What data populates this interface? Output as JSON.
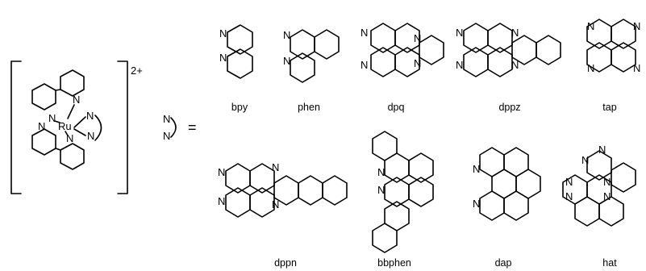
{
  "complex": {
    "charge": "2+",
    "metal": "Ru",
    "n_label": "N"
  },
  "legend": {
    "equals": "="
  },
  "ligands": [
    {
      "id": "bpy",
      "name": "bpy"
    },
    {
      "id": "phen",
      "name": "phen"
    },
    {
      "id": "dpq",
      "name": "dpq"
    },
    {
      "id": "dppz",
      "name": "dppz"
    },
    {
      "id": "tap",
      "name": "tap"
    },
    {
      "id": "dppn",
      "name": "dppn"
    },
    {
      "id": "bbphen",
      "name": "bbphen"
    },
    {
      "id": "dap",
      "name": "dap"
    },
    {
      "id": "hat",
      "name": "hat"
    }
  ]
}
